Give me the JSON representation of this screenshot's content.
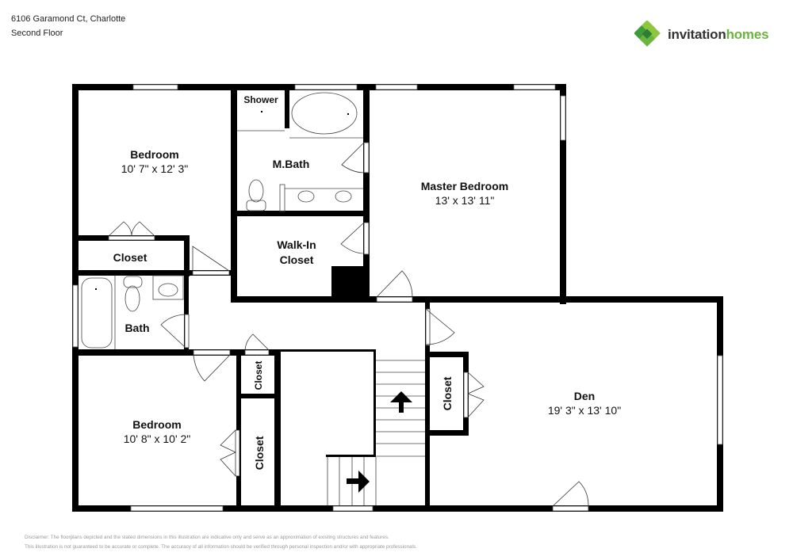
{
  "header": {
    "address": "6106 Garamond Ct, Charlotte",
    "floor": "Second Floor"
  },
  "brand": {
    "name_part1": "invitation",
    "name_part2": "homes",
    "colors": {
      "dark": "#333333",
      "green": "#6cb33f",
      "light_green": "#8dc63f"
    }
  },
  "rooms": {
    "bedroom1": {
      "name": "Bedroom",
      "dims": "10' 7\" x 12' 3\""
    },
    "shower": {
      "name": "Shower"
    },
    "mbath": {
      "name": "M.Bath"
    },
    "master": {
      "name": "Master Bedroom",
      "dims": "13' x 13' 11\""
    },
    "closet1": {
      "name": "Closet"
    },
    "walkin_line1": {
      "name": "Walk-In"
    },
    "walkin_line2": {
      "name": "Closet"
    },
    "bath": {
      "name": "Bath"
    },
    "bedroom2": {
      "name": "Bedroom",
      "dims": "10' 8\" x 10' 2\""
    },
    "closet_small": {
      "name": "Closet"
    },
    "closet_long": {
      "name": "Closet"
    },
    "den_closet": {
      "name": "Closet"
    },
    "den": {
      "name": "Den",
      "dims": "19' 3\" x 13' 10\""
    }
  },
  "disclaimer": {
    "line1": "Disclaimer: The floorplans depicted and the stated dimensions in this illustration are indicative only and serve as an approximation of existing structures and features.",
    "line2": "This illustration is not guaranteed to be accurate or complete. The accuracy of all information should be verified through personal inspection and/or with appropriate professionals."
  }
}
